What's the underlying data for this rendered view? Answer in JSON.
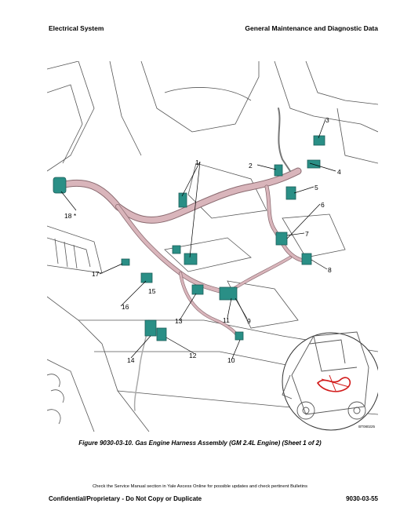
{
  "header": {
    "left": "Electrical System",
    "right": "General Maintenance and Diagnostic Data"
  },
  "figure": {
    "code": "BT080225",
    "callouts": [
      "1",
      "2",
      "3",
      "4",
      "5",
      "6",
      "7",
      "8",
      "9",
      "10",
      "11",
      "12",
      "13",
      "14",
      "15",
      "16",
      "17",
      "18"
    ],
    "starred_label": "18 *",
    "colors": {
      "harness": "#d9b5bb",
      "harness_edge": "#8a6a70",
      "connector": "#2a8f86",
      "connector_dark": "#1d5d58",
      "line_art": "#555555",
      "highlight": "#d21b1b"
    }
  },
  "caption": "Figure 9030-03-10. Gas Engine Harness Assembly (GM 2.4L Engine) (Sheet 1 of 2)",
  "footer": {
    "notice": "Check the Service Manual section in Yale Axcess Online for possible updates and check pertinent Bulletins",
    "left": "Confidential/Proprietary - Do Not Copy or Duplicate",
    "right": "9030-03-55"
  }
}
